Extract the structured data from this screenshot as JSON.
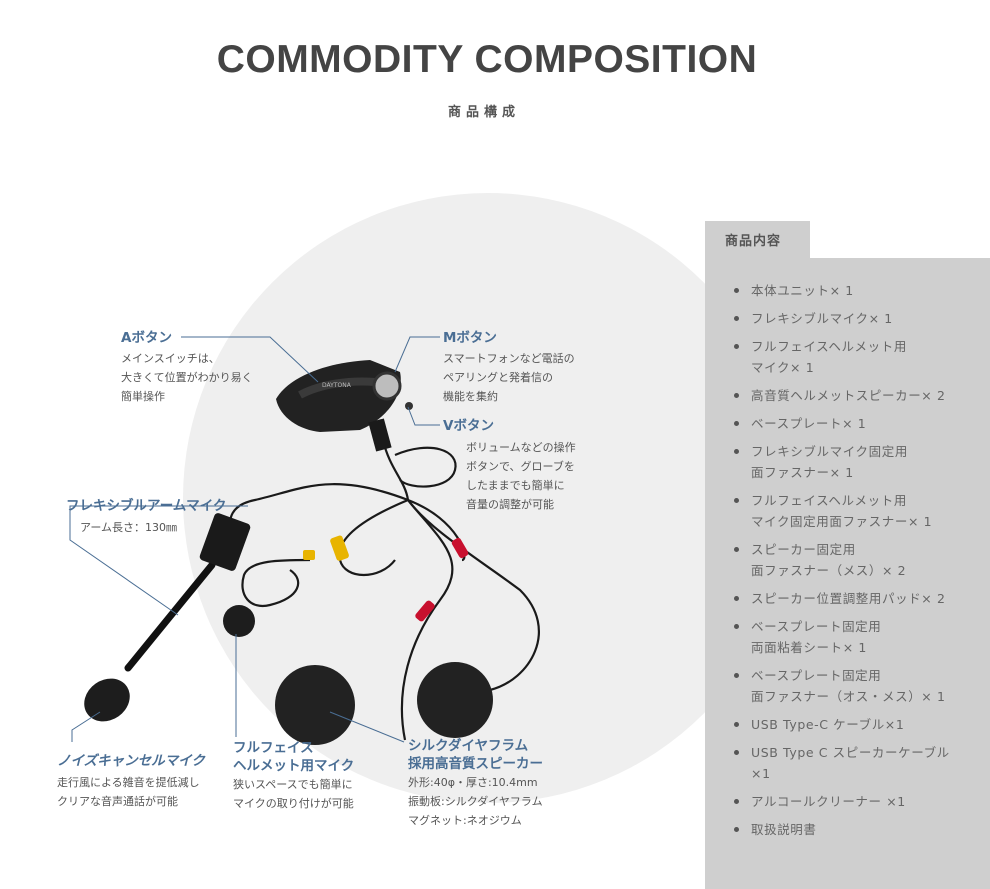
{
  "header": {
    "title": "COMMODITY COMPOSITION",
    "subtitle": "商品構成"
  },
  "callouts": [
    {
      "id": "a-button",
      "label": "Aボタン",
      "desc": "メインスイッチは、\n大きくて位置がわかり易く\n簡単操作"
    },
    {
      "id": "m-button",
      "label": "Mボタン",
      "desc": "スマートフォンなど電話の\nペアリングと発着信の\n機能を集約"
    },
    {
      "id": "v-button",
      "label": "Vボタン",
      "desc": "ボリュームなどの操作\nボタンで、グローブを\nしたままでも簡単に\n音量の調整が可能"
    },
    {
      "id": "flex-mic",
      "label": "フレキシブルアームマイク",
      "desc": "アーム長さ：130㎜"
    },
    {
      "id": "noise-mic",
      "label": "ノイズキャンセルマイク",
      "desc": "走行風による雑音を提低減し\nクリアな音声通話が可能"
    },
    {
      "id": "fullface-mic",
      "label": "フルフェイス\nヘルメット用マイク",
      "desc": "狭いスペースでも簡単に\nマイクの取り付けが可能"
    },
    {
      "id": "speaker",
      "label": "シルクダイヤフラム\n採用高音質スピーカー",
      "desc": "外形:40φ・厚さ:10.4mm\n振動板:シルクダイヤフラム\nマグネット:ネオジウム"
    }
  ],
  "device": {
    "brand": "DAYTONA"
  },
  "contents_panel": {
    "title": "商品内容",
    "items": [
      "本体ユニット× 1",
      "フレキシブルマイク× 1",
      "フルフェイスヘルメット用\nマイク× 1",
      "高音質ヘルメットスピーカー× 2",
      "ベースプレート× 1",
      "フレキシブルマイク固定用\n面ファスナー× 1",
      "フルフェイスヘルメット用\nマイク固定用面ファスナー× 1",
      "スピーカー固定用\n面ファスナー（メス）× 2",
      "スピーカー位置調整用パッド× 2",
      "ベースプレート固定用\n両面粘着シート× 1",
      "ベースプレート固定用\n面ファスナー（オス・メス）× 1",
      "USB Type-C ケーブル×1",
      "USB Type C スピーカーケーブル\n×1",
      "アルコールクリーナー ×1",
      "取扱説明書"
    ]
  },
  "colors": {
    "accent": "#4a6e94",
    "panel": "#cfcfcf",
    "circle": "#efefef"
  }
}
